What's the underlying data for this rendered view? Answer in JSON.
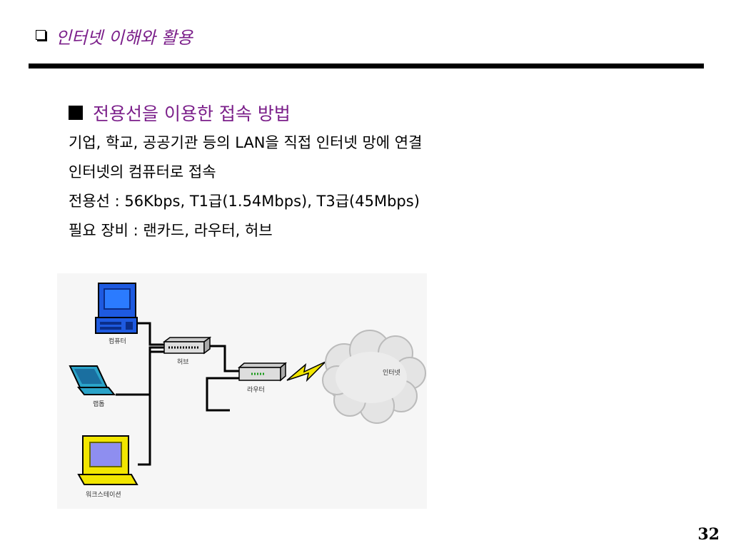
{
  "header": {
    "title": "인터넷 이해와 활용"
  },
  "section": {
    "title": "전용선을 이용한 접속 방법"
  },
  "lines": [
    "기업, 학교, 공공기관 등의 LAN을 직접 인터넷 망에 연결",
    "인터넷의 컴퓨터로 접속",
    "전용선 : 56Kbps, T1급(1.54Mbps), T3급(45Mbps)",
    "필요 장비 : 랜카드, 라우터, 허브"
  ],
  "diagram": {
    "labels": {
      "computer": "컴퓨터",
      "hub": "허브",
      "router": "라우터",
      "internet": "인터넷",
      "laptop": "랩톱",
      "workstation": "워크스테이션"
    }
  },
  "page_number": "32",
  "colors": {
    "accent": "#7b1f8a",
    "computer": "#1e5ae0",
    "laptop": "#2aa3c8",
    "workstation": "#f2e600",
    "lightning": "#f2e600"
  }
}
